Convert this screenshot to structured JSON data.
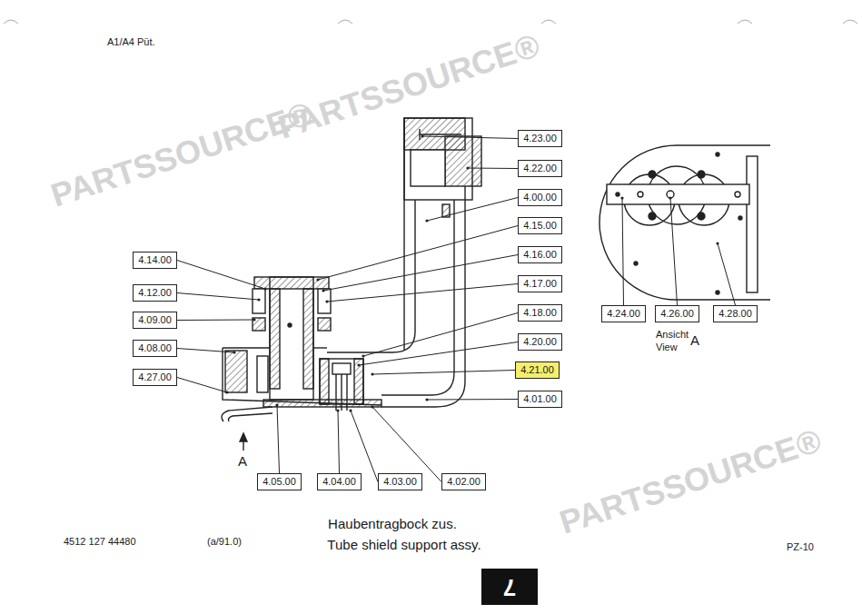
{
  "diagram": {
    "title": "Haubentragbock zus.",
    "caption": "Tube shield support assy.",
    "nodes": [
      {
        "text": [
          "4.23.00"
        ]
      },
      {
        "text": [
          "4.22.00"
        ]
      },
      {
        "text": [
          "4.00.00"
        ]
      },
      {
        "text": [
          "4.15.00"
        ]
      },
      {
        "text": [
          "4.16.00"
        ]
      },
      {
        "text": [
          "4.14.00"
        ]
      },
      {
        "text": [
          "4.17.00"
        ]
      },
      {
        "text": [
          "4.12.00"
        ]
      },
      {
        "text": [
          "4.18.00"
        ]
      },
      {
        "text": [
          "4.24.00"
        ]
      },
      {
        "text": [
          "4.26.00"
        ]
      },
      {
        "text": [
          "4.28.00"
        ]
      },
      {
        "text": [
          "4.09.00"
        ]
      },
      {
        "text": [
          "4.20.00"
        ]
      },
      {
        "text": [
          "4.08.00"
        ]
      },
      {
        "text": [
          "4.21.00"
        ]
      },
      {
        "text": [
          "4.27.00"
        ]
      },
      {
        "text": [
          "4.01.00"
        ]
      },
      {
        "text": [
          "4.05.00"
        ]
      },
      {
        "text": [
          "4.04.00"
        ]
      },
      {
        "text": [
          "4.03.00"
        ]
      },
      {
        "text": [
          "4.02.00"
        ]
      }
    ],
    "labels": [
      "A1/A4 Püt.",
      "PARTSSOURCE®",
      "PARTSSOURCE®",
      "PARTSSOURCE®",
      "Ansicht",
      "View",
      "A",
      "A",
      "4512 127 44480",
      "(a/91.0)",
      "PZ-10",
      "7"
    ]
  }
}
